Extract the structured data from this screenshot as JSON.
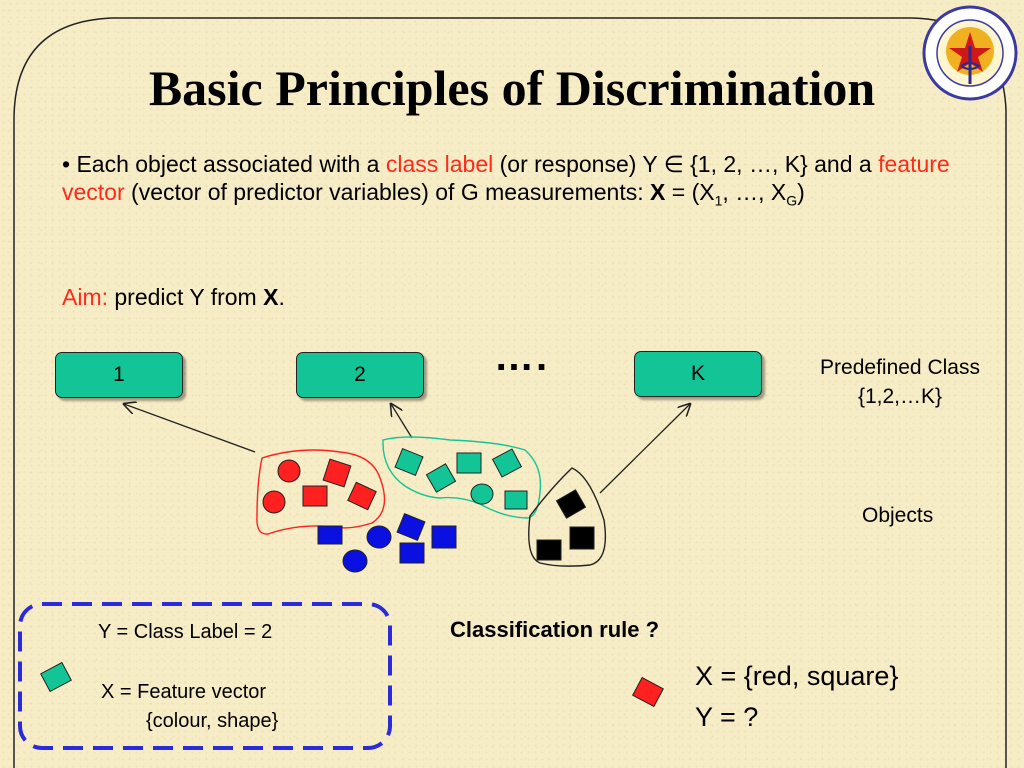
{
  "slide": {
    "title": "Basic Principles of Discrimination"
  },
  "bullet": {
    "lead": "• Each object associated with a ",
    "class_label": "class label",
    "mid1": " (or response) Y ∈ {1, 2, …, K} and a ",
    "feature_vector": "feature vector",
    "mid2": " (vector of predictor variables) of G measurements: ",
    "x_bold": "X",
    "eq": " = (X",
    "sub1": "1",
    "sep": ", …, X",
    "subG": "G",
    "close": ")"
  },
  "aim": {
    "label": "Aim:",
    "text": " predict Y from ",
    "x_bold": "X",
    "period": "."
  },
  "classes": {
    "box1": "1",
    "box2": "2",
    "dots": "….",
    "boxK": "K",
    "predefined_line1": "Predefined Class",
    "predefined_line2": "{1,2,…K}"
  },
  "objects_label": "Objects",
  "legend": {
    "y_line": "Y = Class Label = 2",
    "x_line1": "X = Feature vector",
    "x_line2": "{colour, shape}"
  },
  "rule": {
    "question": "Classification rule ?",
    "x_line": "X = {red, square}",
    "y_line": "Y = ?"
  },
  "colors": {
    "red_object": "#ff2020",
    "teal_object": "#13c596",
    "blue_object": "#0a10e0",
    "black_object": "#000000",
    "accent_text": "#ff2a1a",
    "legend_border": "#2b2bd8"
  },
  "icons": {
    "logo": "university-seal-icon"
  }
}
